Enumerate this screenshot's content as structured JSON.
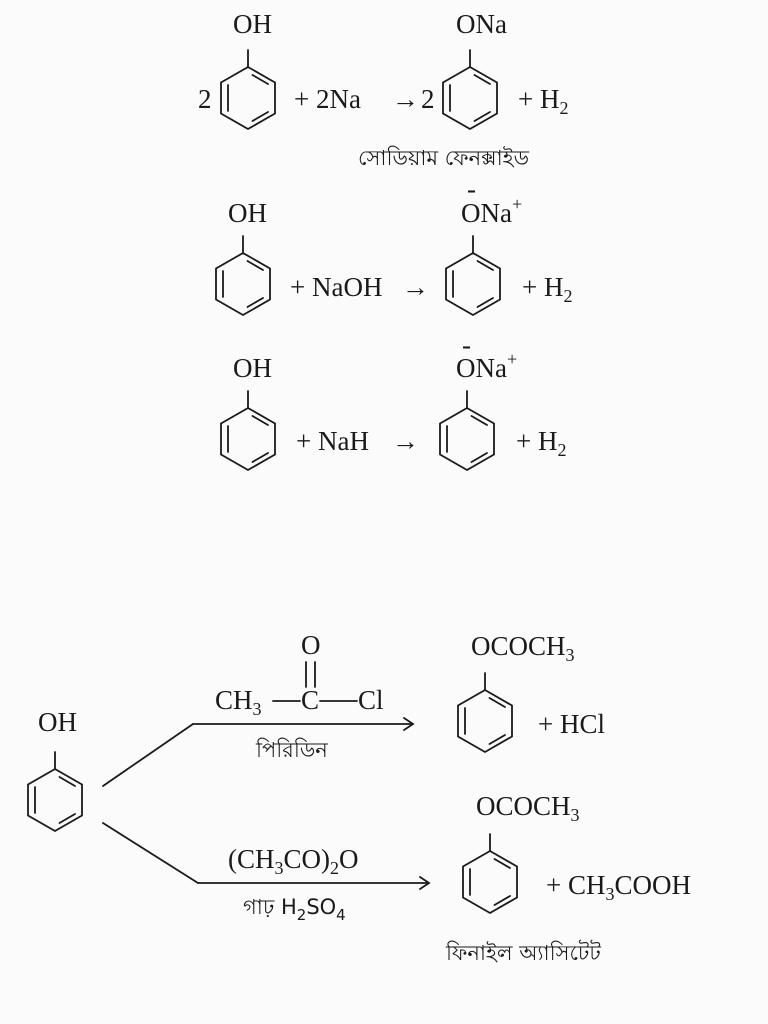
{
  "reactions": [
    {
      "coefficient_left": "2",
      "reactant_group": "OH",
      "reagent": "+ 2Na",
      "arrow": "→",
      "coefficient_right": "2",
      "product_group": "ONa",
      "byproduct_plus": "+ H",
      "byproduct_sub": "2",
      "product_name": "সোডিয়াম ফেনক্সাইড"
    },
    {
      "reactant_group": "OH",
      "reagent": "+ NaOH",
      "arrow": "→",
      "product_group": "ONa",
      "charge_minus": "-",
      "charge_plus": "+",
      "byproduct_plus": "+ H",
      "byproduct_sub": "2"
    },
    {
      "reactant_group": "OH",
      "reagent": "+ NaH",
      "arrow": "→",
      "product_group": "ONa",
      "charge_minus": "-",
      "charge_plus": "+",
      "byproduct_plus": "+ H",
      "byproduct_sub": "2"
    }
  ],
  "acetylation": {
    "reactant_group": "OH",
    "upper": {
      "reagent_ch": "CH",
      "reagent_sub": "3",
      "reagent_c": "C",
      "reagent_cl": "Cl",
      "reagent_o": "O",
      "condition": "পিরিডিন",
      "product_group": "OCOCH",
      "product_sub": "3",
      "byproduct": "+ HCl"
    },
    "lower": {
      "reagent_open": "(CH",
      "reagent_sub1": "3",
      "reagent_mid": "CO)",
      "reagent_sub2": "2",
      "reagent_end": "O",
      "condition_prefix": "গাঢ় H",
      "condition_sub1": "2",
      "condition_mid": "SO",
      "condition_sub2": "4",
      "product_group": "OCOCH",
      "product_sub": "3",
      "byproduct_prefix": "+ CH",
      "byproduct_sub": "3",
      "byproduct_suffix": "COOH",
      "product_name": "ফিনাইল অ্যাসিটেট"
    }
  }
}
